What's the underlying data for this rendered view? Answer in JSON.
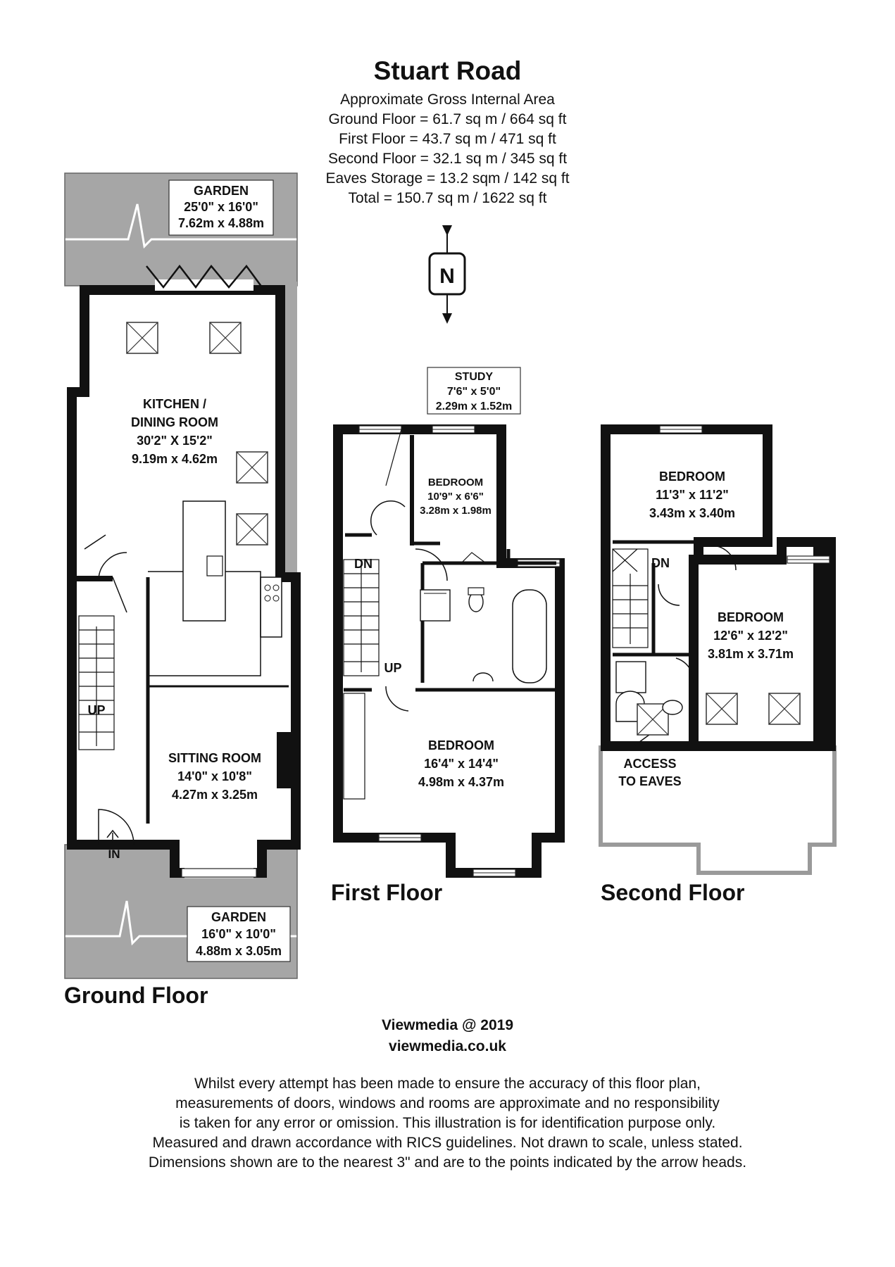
{
  "header": {
    "title": "Stuart Road",
    "area_heading": "Approximate Gross Internal Area",
    "area_lines": [
      "Ground Floor = 61.7 sq m / 664 sq ft",
      "First Floor = 43.7 sq m / 471 sq ft",
      "Second Floor = 32.1 sq m / 345 sq ft",
      "Eaves Storage = 13.2 sqm / 142 sq ft",
      "Total = 150.7 sq m / 1622 sq ft"
    ]
  },
  "compass": {
    "letter": "N",
    "icon": "north-arrow-icon"
  },
  "floors": {
    "ground": {
      "title": "Ground Floor",
      "garden_rear": {
        "name": "GARDEN",
        "imperial": "25'0\" x 16'0\"",
        "metric": "7.62m x 4.88m"
      },
      "kitchen": {
        "name_line1": "KITCHEN /",
        "name_line2": "DINING ROOM",
        "imperial": "30'2\" X 15'2\"",
        "metric": "9.19m x 4.62m"
      },
      "sitting": {
        "name": "SITTING ROOM",
        "imperial": "14'0\" x 10'8\"",
        "metric": "4.27m x 3.25m"
      },
      "garden_front": {
        "name": "GARDEN",
        "imperial": "16'0\" x 10'0\"",
        "metric": "4.88m x 3.05m"
      },
      "up_label": "UP",
      "in_label": "IN"
    },
    "first": {
      "title": "First Floor",
      "study": {
        "name": "STUDY",
        "imperial": "7'6\" x 5'0\"",
        "metric": "2.29m x 1.52m"
      },
      "bedroom_small": {
        "name": "BEDROOM",
        "imperial": "10'9\" x 6'6\"",
        "metric": "3.28m x 1.98m"
      },
      "bedroom_main": {
        "name": "BEDROOM",
        "imperial": "16'4\" x 14'4\"",
        "metric": "4.98m x 4.37m"
      },
      "dn_label": "DN",
      "up_label": "UP"
    },
    "second": {
      "title": "Second Floor",
      "bedroom_front": {
        "name": "BEDROOM",
        "imperial": "11'3\" x 11'2\"",
        "metric": "3.43m x 3.40m"
      },
      "bedroom_rear": {
        "name": "BEDROOM",
        "imperial": "12'6\" x 12'2\"",
        "metric": "3.81m x 3.71m"
      },
      "dn_label": "DN",
      "eaves_line1": "ACCESS",
      "eaves_line2": "TO EAVES"
    }
  },
  "footer": {
    "credit": "Viewmedia @ 2019",
    "website": "viewmedia.co.uk",
    "disclaimer": [
      "Whilst every attempt has been made to ensure the accuracy of this floor plan,",
      "measurements of doors, windows and rooms are approximate and no responsibility",
      "is taken for any error or omission. This illustration is for identification purpose only.",
      "Measured and drawn accordance with RICS guidelines. Not drawn to scale, unless stated.",
      "Dimensions shown are to the nearest 3\" and are to the points indicated by the arrow heads."
    ]
  }
}
